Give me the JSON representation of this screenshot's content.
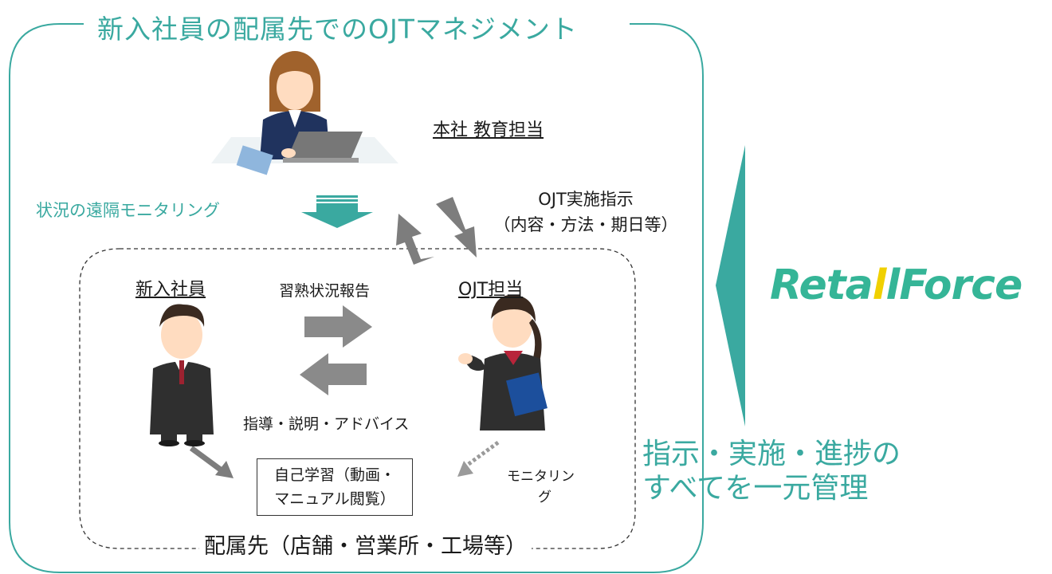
{
  "title": "新入社員の配属先でのOJTマネジメント",
  "roles": {
    "hq_education": "本社 教育担当",
    "new_employee": "新入社員",
    "ojt_lead": "OJT担当"
  },
  "labels": {
    "remote_monitoring": "状況の遠隔モニタリング",
    "ojt_instruction_line1": "OJT実施指示",
    "ojt_instruction_line2": "（内容・方法・期日等）",
    "proficiency_report": "習熟状況報告",
    "guidance": "指導・説明・アドバイス",
    "monitoring_line1": "モニタリン",
    "monitoring_line2": "グ",
    "self_study_line1": "自己学習（動画・",
    "self_study_line2": "マニュアル閲覧）",
    "destination": "配属先（店舗・営業所・工場等）"
  },
  "summary": {
    "line1": "指示・実施・進捗の",
    "line2": "すべてを一元管理"
  },
  "logo": {
    "part1": "Reta",
    "part2": "l",
    "part3": "lForce"
  },
  "colors": {
    "teal": "#3aa9a0",
    "arrow_gray": "#7d7d7d",
    "logo_green": "#35b597",
    "logo_yellow": "#f0d000"
  }
}
